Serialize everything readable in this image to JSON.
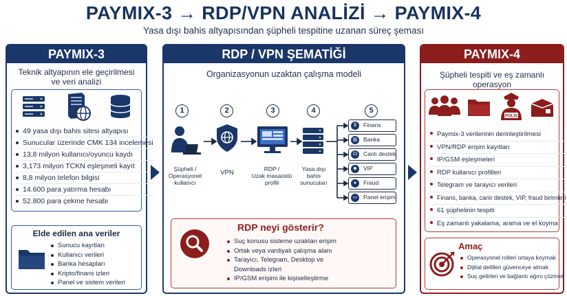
{
  "header": {
    "title": "PAYMIX-3 → RDP/VPN ANALİZİ → PAYMIX-4",
    "subtitle": "Yasa dışı bahis altyapısından şüpheli tespitine uzanan süreç şeması"
  },
  "colors": {
    "navy": "#1b3668",
    "red": "#8c1d1d",
    "blue_border": "#2e5aa8"
  },
  "paymix3": {
    "title": "PAYMIX-3",
    "caption_line1": "Teknik altyapının ele geçirilmesi",
    "caption_line2": "ve veri analizi",
    "icons": [
      "server-rack-icon",
      "server-globe-icon",
      "database-icon"
    ],
    "items": [
      "49 yasa dışı bahis sitesi altyapısı",
      "Sunucular üzerinde CMK 134 incelemesi",
      "13,8 milyon kullanıcı/oyuncu kaydı",
      "3,173 milyon TCKN eşleşmeli kayıt",
      "8,8 milyon telefon bilgisi",
      "14.600 para yatırma hesabı",
      "52.800 para çekme hesabı"
    ],
    "data_box": {
      "title": "Elde edilen ana veriler",
      "items": [
        "Sunucu kayıtları",
        "Kullanıcı verileri",
        "Banka hesapları",
        "Kripto/finans izleri",
        "Panel ve sistem verileri"
      ]
    }
  },
  "rdp": {
    "title": "RDP / VPN ŞEMATİĞİ",
    "caption": "Organizasyonun uzaktan çalışma modeli",
    "steps": [
      {
        "num": "1",
        "label_line1": "Şüpheli /",
        "label_line2": "Operasyonel",
        "label_line3": "kullanıcı"
      },
      {
        "num": "2",
        "label_line1": "VPN",
        "label_line2": "",
        "label_line3": ""
      },
      {
        "num": "3",
        "label_line1": "RDP /",
        "label_line2": "Uzak masaüstü",
        "label_line3": "profili"
      },
      {
        "num": "4",
        "label_line1": "Yasa dışı",
        "label_line2": "bahis",
        "label_line3": "sunucuları"
      },
      {
        "num": "5"
      }
    ],
    "services": [
      "Finans",
      "Banka",
      "Canlı destek",
      "VIP",
      "Fraud",
      "Panel erişimi"
    ],
    "info_box": {
      "title": "RDP neyi gösterir?",
      "items": [
        "Suç konusu sisteme uzaktan erişim",
        "Ortak veya vardiyalı çalışma alanı",
        "Tarayıcı, Telegram, Desktop ve",
        "Downloads izleri",
        "IP/GSM erişimi ile kişiselleştirme"
      ]
    }
  },
  "paymix4": {
    "title": "PAYMIX-4",
    "caption": "Şüpheli tespiti ve eş zamanlı operasyon",
    "police_label": "POLİS",
    "items": [
      "Paymix-3 verilerinin derinleştirilmesi",
      "VPN/RDP erişim kayıtları",
      "IP/GSM eşleşmeleri",
      "RDP kullanıcı profilleri",
      "Telegram ve tarayıcı verileri",
      "Finans, banka, canlı destek, VIP, fraud birimleri",
      "61 şüphelinin tespiti",
      "Eş zamanlı yakalama, arama ve el koyma"
    ],
    "goal_box": {
      "title": "Amaç",
      "items": [
        "Operasyonel rolleri ortaya koymak",
        "Dijital delilleri güvenceye almak",
        "Suç gelirleri ve bağlantı ağını çözmek"
      ]
    }
  }
}
